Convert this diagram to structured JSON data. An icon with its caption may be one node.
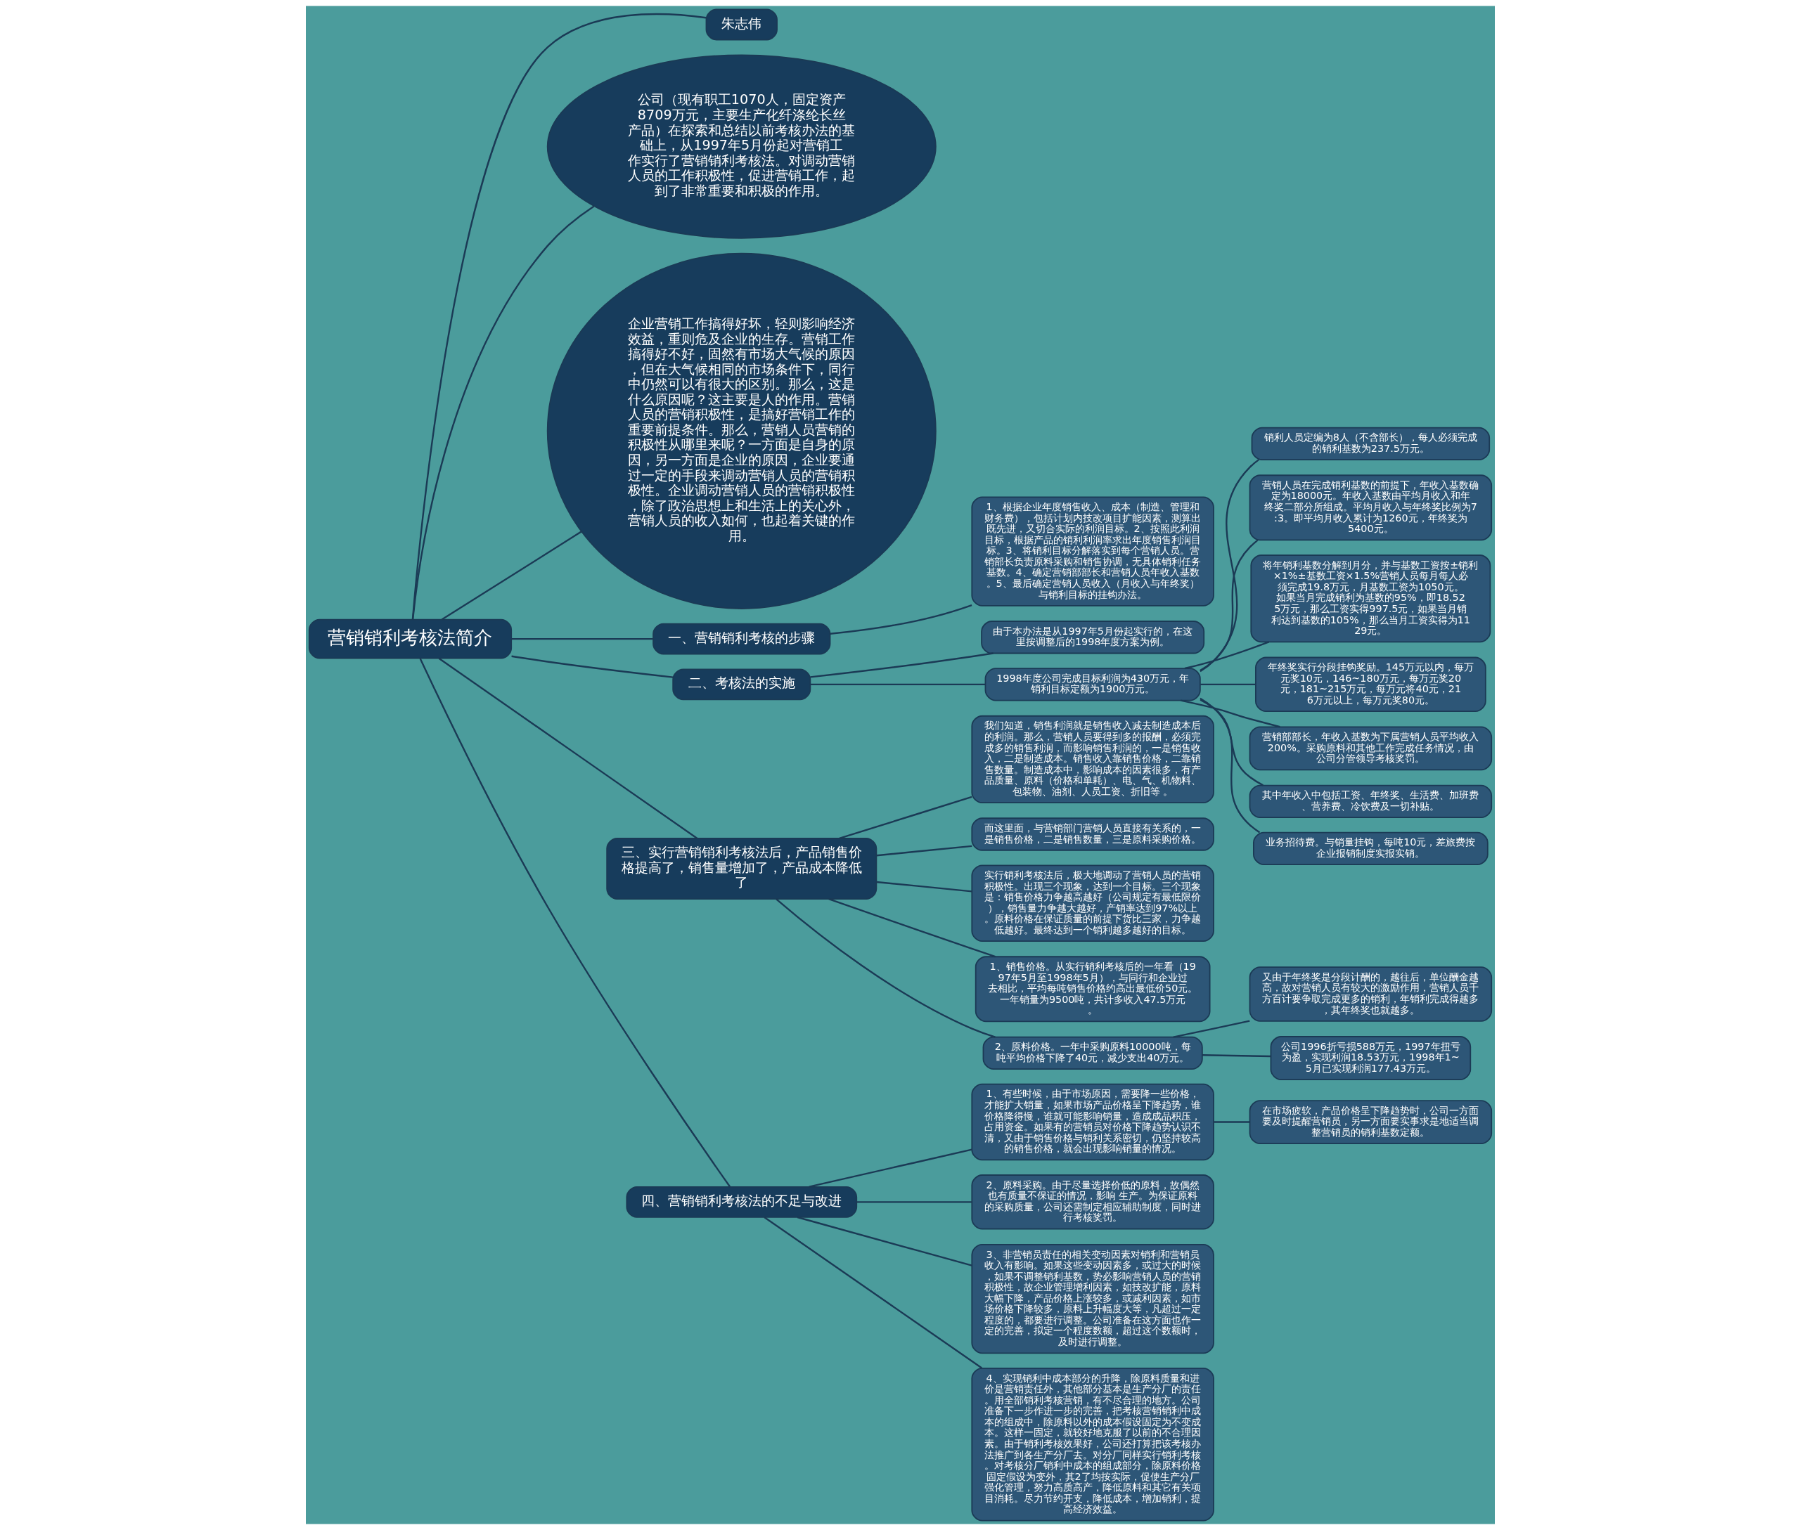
{
  "diagram": {
    "nodes": [
      {
        "text": [
          "营销销利考核法简介"
        ]
      },
      {
        "text": [
          "朱志伟"
        ]
      },
      {
        "text": [
          "公司（现有职工1070人，固定资产8709万元，主要生产化纤涤纶长丝产品）在探索和总结以前考核办法的基础上，从1997年5月份起对营销工作实行了营销销利考核法。对调动营销人员的工作积极性，促进营销工作，起到了非常重要和积极的作用。"
        ]
      },
      {
        "text": [
          "企业营销工作搞得好坏，轻则影响经济效益，重则危及企业的生存。营销工作搞得好不好，固然有市场大气候的原因，但在大气候相同的市场条件下，同行中仍然可以有很大的区别。那么，这是什么原因呢？这主要是人的作用。营销人员的营销积极性，是搞好营销工作的重要前提条件。那么，营销人员营销的积极性从哪里来呢？一方面是自身的原因，另一方面是企业的原因，企业要通过一定的手段来调动营销人员的营销积极性。企业调动营销人员的营销积极性，除了政治思想上和生活上的关心外，营销人员的收入如何，也起着关键的作用。"
        ]
      },
      {
        "text": [
          "一、营销销利考核的步骤"
        ]
      },
      {
        "text": [
          "1、根据企业年度销售收入、成本（制造、管理和财务费），包括计划内技改项目扩能因素，测算出既先进，又切合实际的利润目标。2、按照此利润目标，根据产品的销利利润率求出年度销售利润目标。3、将销利目标分解落实到每个营销人员。营销部长负责原料采购和销售协调，无具体销利任务基数。4、确定营销部部长和营销人员年收入基数。5、最后确定营销人员收入（月收入与年终奖）与销利目标的挂钩办法。"
        ]
      },
      {
        "text": [
          "二、考核法的实施"
        ]
      },
      {
        "text": [
          "由于本办法是从1997年5月份起实行的，在这里按调整后的1998年度方案为例。"
        ]
      },
      {
        "text": [
          "1998年度公司完成目标利润为430万元，年销利目标定额为1900万元。"
        ]
      },
      {
        "text": [
          "销利人员定编为8人（不含部长），每人必须完成的销利基数为237.5万元。"
        ]
      },
      {
        "text": [
          "营销人员在完成销利基数的前提下，年收入基数确定为18000元。年收入基数由平均月收入和年终奖二部分所组成。平均月收入与年终奖比例为7:3。即平均月收入累计为1260元，年终奖为5400元。"
        ]
      },
      {
        "text": [
          "将年销利基数分解到月分，并与基数工资按±销利×1%±基数工资×1.5%营销人员每月每人必须完成19.8万元，月基数工资为1050元。如果当月完成销利为基数的95%，即18.525万元，那么工资实得997.5元，如果当月销利达到基数的105%，那么当月工资实得为1129元。"
        ]
      },
      {
        "text": [
          "年终奖实行分段挂钩奖励。145万元以内，每万元奖10元，146~180万元，每万元奖20元，181~215万元，每万元将40元，216万元以上，每万元奖80元。"
        ]
      },
      {
        "text": [
          "营销部部长，年收入基数为下属营销人员平均收入200%。采购原料和其他工作完成任务情况，由公司分管领导考核奖罚。"
        ]
      },
      {
        "text": [
          "其中年收入中包括工资、年终奖、生活费、加班费、营养费、冷饮费及一切补贴。"
        ]
      },
      {
        "text": [
          "业务招待费。与销量挂钩，每吨10元，差旅费按企业报销制度实报实销。"
        ]
      },
      {
        "text": [
          "三、实行营销销利考核法后，产品销售价格提高了，销售量增加了，产品成本降低了"
        ]
      },
      {
        "text": [
          "我们知道，销售利润就是销售收入减去制造成本后的利润。那么，营销人员要得到多的报酬，必须完成多的销售利润，而影响销售利润的，一是销售收入，二是制造成本。销售收入靠销售价格，二靠销售数量。制造成本中，影响成本的因素很多，有产品质量、原料（价格和单耗）、电、气、机物料、包装物、油剂、人员工资、折旧等 。"
        ]
      },
      {
        "text": [
          "而这里面，与营销部门营销人员直接有关系的，一是销售价格，二是销售数量，三是原料采购价格。"
        ]
      },
      {
        "text": [
          "实行销利考核法后，极大地调动了营销人员的营销积极性。出现三个现象，达到一个目标。三个现象是：销售价格力争越高越好（公司规定有最低限价），销售量力争越大越好，产销率达到97%以上。原料价格在保证质量的前提下货比三家，力争越低越好。最终达到一个销利越多越好的目标。"
        ]
      },
      {
        "text": [
          "1、销售价格。从实行销利考核后的一年看（1997年5月至1998年5月），与同行和企业过去相比，平均每吨销售价格约高出最低价50元。一年销量为9500吨，共计多收入47.5万元。"
        ]
      },
      {
        "text": [
          "2、原料价格。一年中采购原料10000吨，每吨平均价格下降了40元，减少支出40万元。"
        ]
      },
      {
        "text": [
          "又由于年终奖是分段计酬的，越往后，单位酬金越高，故对营销人员有较大的激励作用，营销人员千方百计要争取完成更多的销利，年销利完成得越多，其年终奖也就越多。"
        ]
      },
      {
        "text": [
          "公司1996折亏损588万元，1997年扭亏为盈，实现利润18.53万元，1998年1~5月已实现利润177.43万元。"
        ]
      },
      {
        "text": [
          "四、营销销利考核法的不足与改进"
        ]
      },
      {
        "text": [
          "1、有些时候，由于市场原因，需要降一些价格，才能扩大销量，如果市场产品价格呈下降趋势，谁价格降得慢，谁就可能影响销量，造成成品积压，占用资金。如果有的营销员对价格下降趋势认识不清，又由于销售价格与销利关系密切，仍坚持较高的销售价格，就会出现影响销量的情况。"
        ]
      },
      {
        "text": [
          "在市场疲软，产品价格呈下降趋势时，公司一方面要及时提醒营销员，另一方面要实事求是地适当调整营销员的销利基数定额。"
        ]
      },
      {
        "text": [
          "2、原料采购。由于尽量选择价低的原料，故偶然也有质量不保证的情况，影响 生产。为保证原料的采购质量，公司还需制定相应辅助制度，同时进行考核奖罚。"
        ]
      },
      {
        "text": [
          "3、非营销员责任的相关变动因素对销利和营销员收入有影响。如果这些变动因素多，或过大的时候，如果不调整销利基数，势必影响营销人员的营销积极性，故企业管理增利因素，如技改扩能，原料大幅下降，产品价格上涨较多，或减利因素，如市场价格下降较多，原料上升幅度大等，凡超过一定程度的，都要进行调整。公司准备在这方面也作一定的完善，拟定一个程度数额，超过这个数额时，及时进行调整。"
        ]
      },
      {
        "text": [
          "4、实现销利中成本部分的升降，除原料质量和进价是营销责任外，其他部分基本是生产分厂的责任。用全部销利考核营销，有不尽合理的地方。公司准备下一步作进一步的完善，把考核营销销利中成本的组成中，除原料以外的成本假设固定为不变成本。这样一固定，就较好地克服了以前的不合理因素。由于销利考核效果好，公司还打算把该考核办法推广到各生产分厂去。对分厂同样实行销利考核。对考核分厂销利中成本的组成部分，除原料价格固定假设为变外，其2了均按实际，促使生产分厂强化管理，努力高质高产，降低原料和其它有关项目消耗。尽力节约开支，降低成本，增加销利，提高经济效益。"
        ]
      }
    ],
    "edges": [
      {
        "from": 0,
        "to": 1,
        "arrow": "none"
      },
      {
        "from": 0,
        "to": 2,
        "arrow": "none"
      },
      {
        "from": 0,
        "to": 3,
        "arrow": "none"
      },
      {
        "from": 0,
        "to": 4,
        "arrow": "none"
      },
      {
        "from": 4,
        "to": 5,
        "arrow": "none"
      },
      {
        "from": 0,
        "to": 6,
        "arrow": "none"
      },
      {
        "from": 6,
        "to": 7,
        "arrow": "none"
      },
      {
        "from": 6,
        "to": 8,
        "arrow": "none"
      },
      {
        "from": 8,
        "to": 9,
        "arrow": "none"
      },
      {
        "from": 8,
        "to": 10,
        "arrow": "none"
      },
      {
        "from": 8,
        "to": 11,
        "arrow": "none"
      },
      {
        "from": 8,
        "to": 12,
        "arrow": "none"
      },
      {
        "from": 8,
        "to": 13,
        "arrow": "none"
      },
      {
        "from": 8,
        "to": 14,
        "arrow": "none"
      },
      {
        "from": 8,
        "to": 15,
        "arrow": "none"
      },
      {
        "from": 0,
        "to": 16,
        "arrow": "none"
      },
      {
        "from": 16,
        "to": 17,
        "arrow": "none"
      },
      {
        "from": 16,
        "to": 18,
        "arrow": "none"
      },
      {
        "from": 16,
        "to": 19,
        "arrow": "none"
      },
      {
        "from": 16,
        "to": 20,
        "arrow": "none"
      },
      {
        "from": 16,
        "to": 21,
        "arrow": "none"
      },
      {
        "from": 21,
        "to": 22,
        "arrow": "none"
      },
      {
        "from": 21,
        "to": 23,
        "arrow": "none"
      },
      {
        "from": 0,
        "to": 24,
        "arrow": "none"
      },
      {
        "from": 24,
        "to": 25,
        "arrow": "none"
      },
      {
        "from": 25,
        "to": 26,
        "arrow": "none"
      },
      {
        "from": 24,
        "to": 27,
        "arrow": "none"
      },
      {
        "from": 24,
        "to": 28,
        "arrow": "none"
      },
      {
        "from": 24,
        "to": 29,
        "arrow": "none"
      }
    ]
  }
}
